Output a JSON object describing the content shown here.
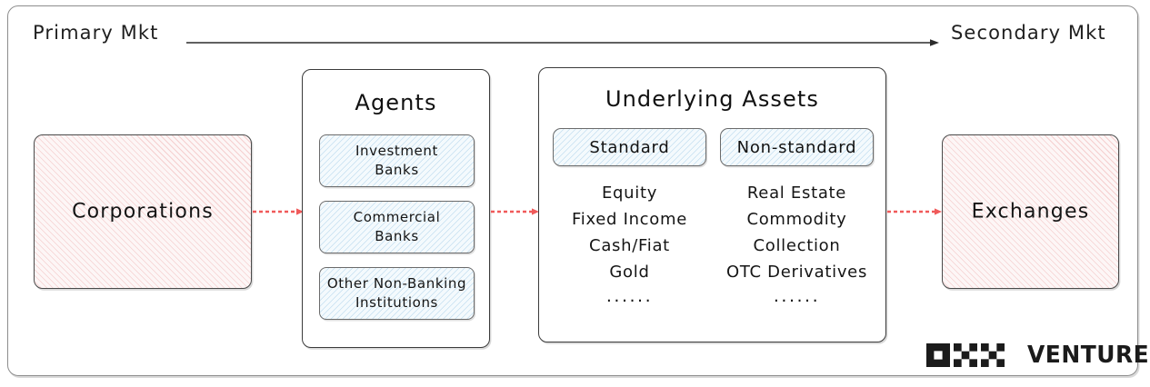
{
  "header": {
    "primary_label": "Primary Mkt",
    "secondary_label": "Secondary Mkt",
    "arrow_color": "#2b2b2b"
  },
  "colors": {
    "pink_hatch": "#e27676",
    "blue_hatch": "#78b4dc",
    "connector_red": "#f05a5a",
    "frame_border": "#8d8d8d",
    "ink": "#1c1c1c"
  },
  "corporations": {
    "label": "Corporations"
  },
  "exchanges": {
    "label": "Exchanges"
  },
  "agents": {
    "title": "Agents",
    "items": [
      {
        "label": "Investment\nBanks"
      },
      {
        "label": "Commercial\nBanks"
      },
      {
        "label": "Other Non-Banking\nInstitutions"
      }
    ]
  },
  "assets": {
    "title": "Underlying Assets",
    "columns": [
      {
        "tag": "Standard",
        "items": [
          "Equity",
          "Fixed Income",
          "Cash/Fiat",
          "Gold",
          "......"
        ]
      },
      {
        "tag": "Non-standard",
        "items": [
          "Real Estate",
          "Commodity",
          "Collection",
          "OTC Derivatives",
          "......"
        ]
      }
    ]
  },
  "connectors": [
    {
      "from": "corporations",
      "to": "agents"
    },
    {
      "from": "agents",
      "to": "assets"
    },
    {
      "from": "assets",
      "to": "exchanges"
    }
  ],
  "logo": {
    "mark": "okx-logo-icon",
    "word": "VENTURES"
  }
}
